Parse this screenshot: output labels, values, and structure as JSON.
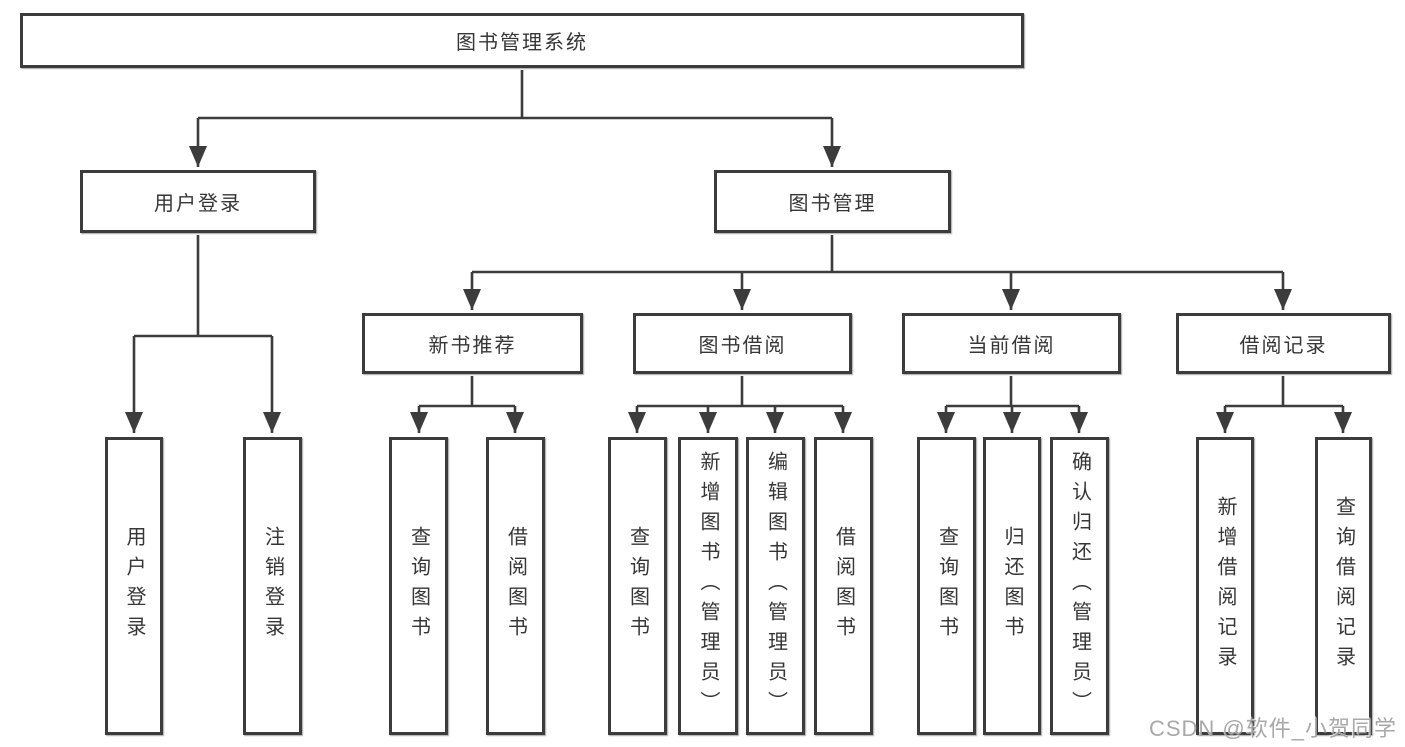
{
  "diagram": {
    "type": "hierarchy-tree",
    "colors": {
      "line": "#3c3c3c",
      "box_border": "#3c3c3c",
      "box_fill": "#ffffff",
      "text": "#363636",
      "watermark": "#9e9e9e"
    },
    "nodes": {
      "root": "图书管理系统",
      "level2": {
        "user_login": "用户登录",
        "book_management": "图书管理"
      },
      "level3": {
        "new_book_recommend": "新书推荐",
        "book_borrow": "图书借阅",
        "current_borrow": "当前借阅",
        "borrow_records": "借阅记录"
      },
      "leaves": {
        "user_login": "用户登录",
        "logout": "注销登录",
        "recommend_query_book": "查询图书",
        "recommend_borrow_book": "借阅图书",
        "borrow_query_book": "查询图书",
        "borrow_add_book": "新增图书（管理员）",
        "borrow_edit_book": "编辑图书（管理员）",
        "borrow_borrow_book": "借阅图书",
        "current_query_book": "查询图书",
        "current_return_book": "归还图书",
        "current_confirm_return": "确认归还（管理员）",
        "records_add_record": "新增借阅记录",
        "records_query_record": "查询借阅记录"
      }
    },
    "watermark": "CSDN @软件_小贺同学"
  }
}
